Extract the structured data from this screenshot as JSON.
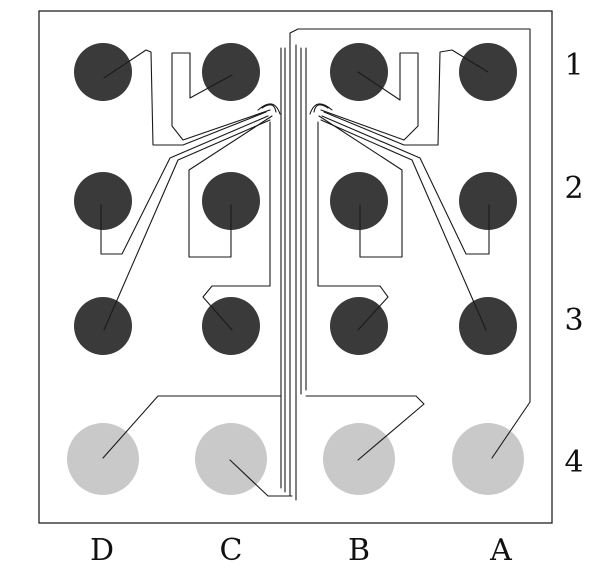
{
  "colors": {
    "active_electrode": "#3a3a3a",
    "reference_electrode": "#c9c9c9",
    "trace": "#1a1a1a",
    "border": "#222222",
    "background": "#ffffff"
  },
  "columns": [
    "D",
    "C",
    "B",
    "A"
  ],
  "rows": [
    "1",
    "2",
    "3",
    "4"
  ],
  "electrodes": [
    {
      "col": "D",
      "row": "1",
      "kind": "active"
    },
    {
      "col": "C",
      "row": "1",
      "kind": "active"
    },
    {
      "col": "B",
      "row": "1",
      "kind": "active"
    },
    {
      "col": "A",
      "row": "1",
      "kind": "active"
    },
    {
      "col": "D",
      "row": "2",
      "kind": "active"
    },
    {
      "col": "C",
      "row": "2",
      "kind": "active"
    },
    {
      "col": "B",
      "row": "2",
      "kind": "active"
    },
    {
      "col": "A",
      "row": "2",
      "kind": "active"
    },
    {
      "col": "D",
      "row": "3",
      "kind": "active"
    },
    {
      "col": "C",
      "row": "3",
      "kind": "active"
    },
    {
      "col": "B",
      "row": "3",
      "kind": "active"
    },
    {
      "col": "A",
      "row": "3",
      "kind": "active"
    },
    {
      "col": "D",
      "row": "4",
      "kind": "reference"
    },
    {
      "col": "C",
      "row": "4",
      "kind": "reference"
    },
    {
      "col": "B",
      "row": "4",
      "kind": "reference"
    },
    {
      "col": "A",
      "row": "4",
      "kind": "reference"
    }
  ]
}
